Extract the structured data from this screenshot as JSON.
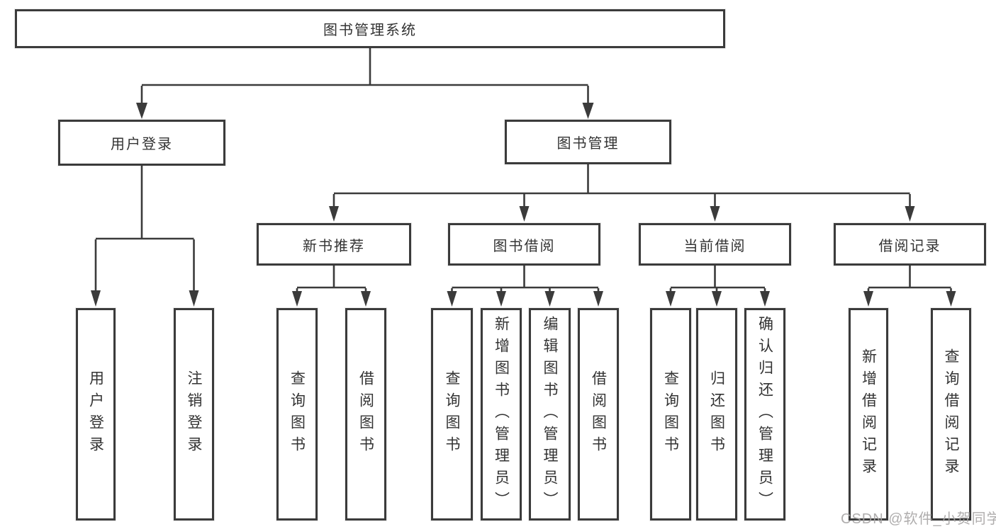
{
  "tree": {
    "label": "图书管理系统",
    "children": [
      {
        "label": "用户登录",
        "children": [
          {
            "label": "用户登录"
          },
          {
            "label": "注销登录"
          }
        ]
      },
      {
        "label": "图书管理",
        "children": [
          {
            "label": "新书推荐",
            "children": [
              {
                "label": "查询图书"
              },
              {
                "label": "借阅图书"
              }
            ]
          },
          {
            "label": "图书借阅",
            "children": [
              {
                "label": "查询图书"
              },
              {
                "label": "新增图书（管理员）"
              },
              {
                "label": "编辑图书（管理员）"
              },
              {
                "label": "借阅图书"
              }
            ]
          },
          {
            "label": "当前借阅",
            "children": [
              {
                "label": "查询图书"
              },
              {
                "label": "归还图书"
              },
              {
                "label": "确认归还（管理员）"
              }
            ]
          },
          {
            "label": "借阅记录",
            "children": [
              {
                "label": "新增借阅记录"
              },
              {
                "label": "查询借阅记录"
              }
            ]
          }
        ]
      }
    ]
  },
  "watermark": {
    "text": "CSDN @软件_小贺同学"
  },
  "colors": {
    "line": "#3b3b3b",
    "box_border": "#3b3b3b",
    "text": "#333333",
    "background": "#ffffff",
    "watermark": "#a6a4a4"
  }
}
